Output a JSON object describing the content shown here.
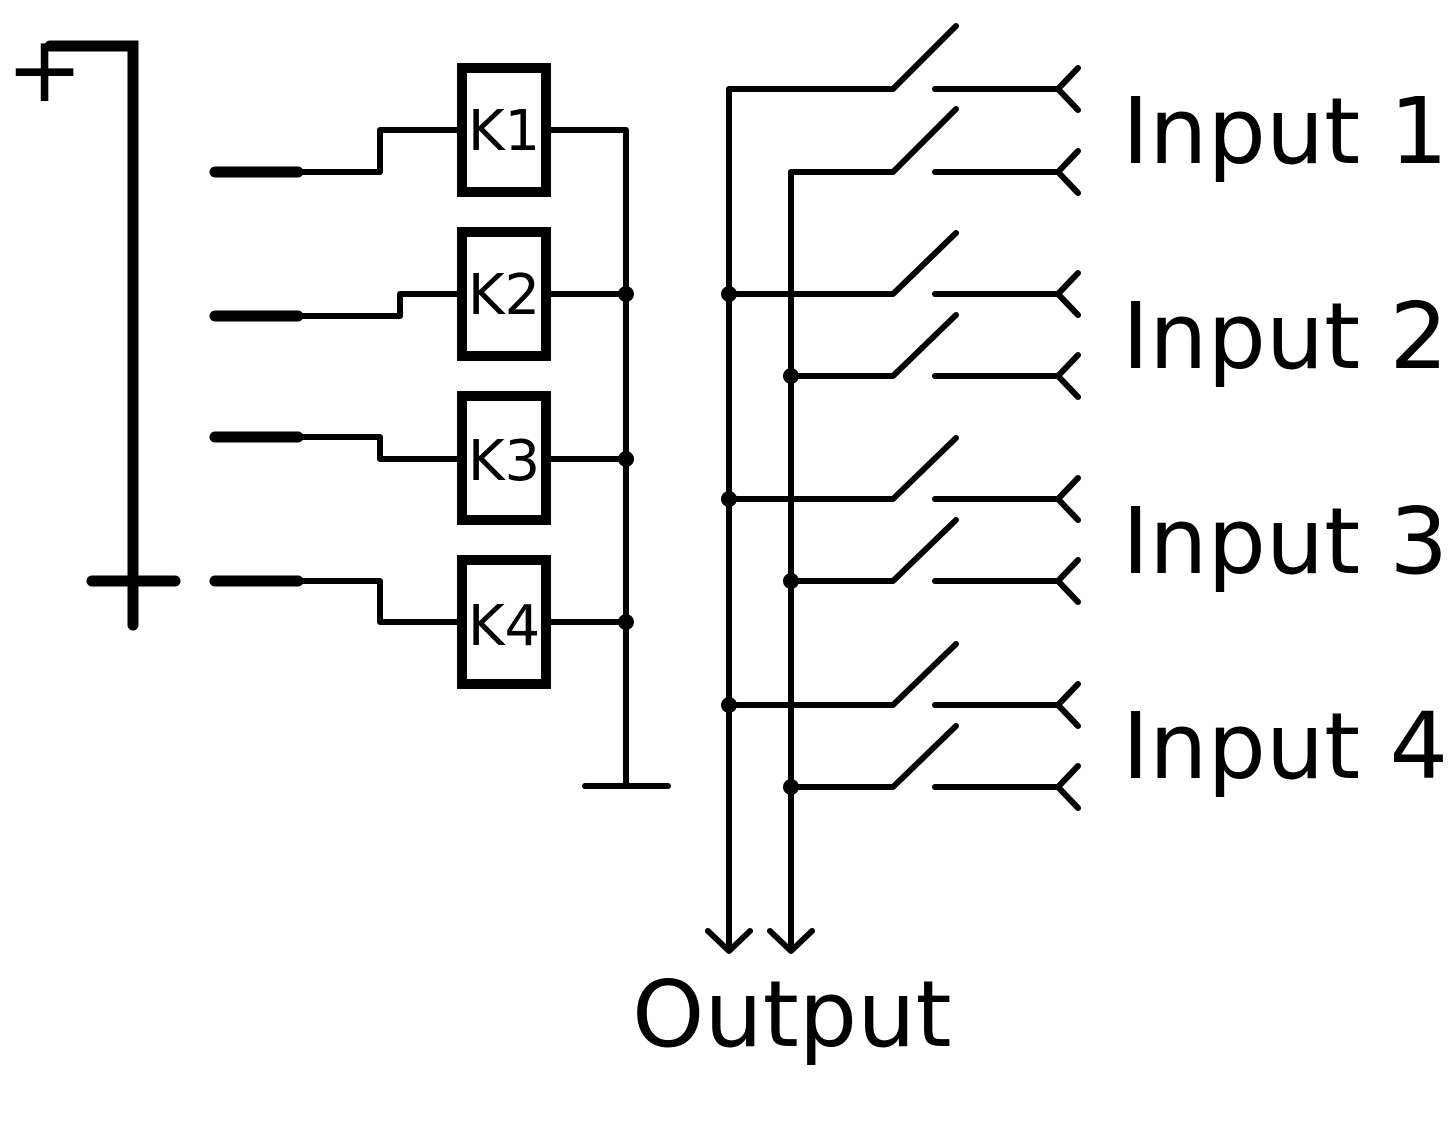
{
  "supply": {
    "plus_label": "+"
  },
  "relays": [
    {
      "label": "K1"
    },
    {
      "label": "K2"
    },
    {
      "label": "K3"
    },
    {
      "label": "K4"
    }
  ],
  "inputs": [
    {
      "label": "Input 1"
    },
    {
      "label": "Input 2"
    },
    {
      "label": "Input 3"
    },
    {
      "label": "Input 4"
    }
  ],
  "output": {
    "label": "Output"
  }
}
